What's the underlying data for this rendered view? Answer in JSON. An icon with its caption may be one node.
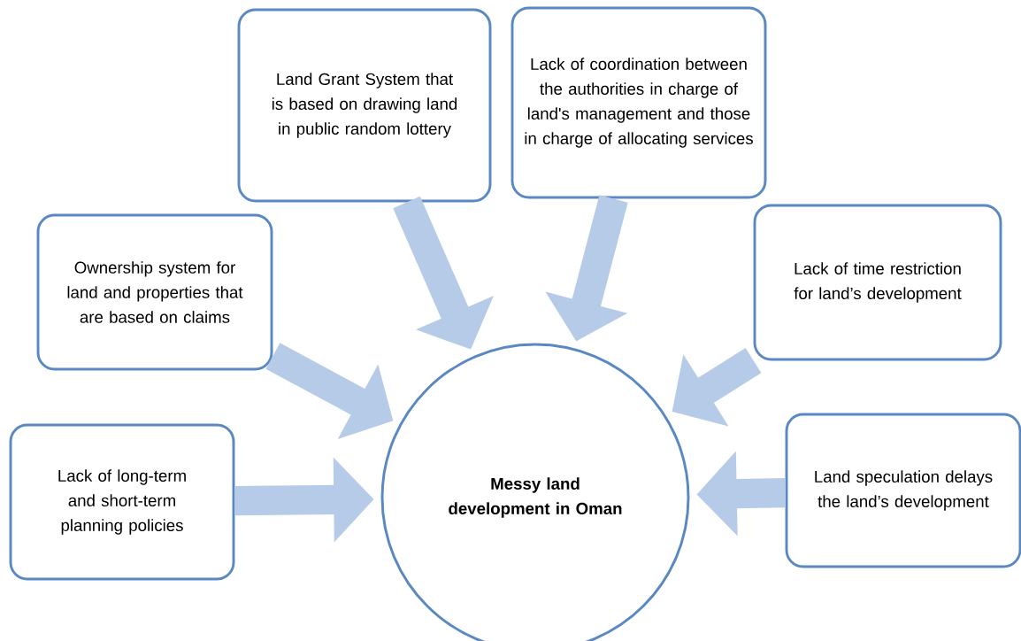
{
  "diagram": {
    "nodes": [
      {
        "text": [
          "Land Grant System that is based on drawing land in public random lottery"
        ]
      },
      {
        "text": [
          "Lack of  coordination between the authorities in charge  of land's management and those in charge of allocating services"
        ]
      },
      {
        "text": [
          "Ownership system for land and properties that are based on claims"
        ]
      },
      {
        "text": [
          "Lack of time restriction for land’s development"
        ]
      },
      {
        "text": [
          "Lack of long-term and short-term planning policies"
        ]
      },
      {
        "text": [
          "Land speculation delays the land’s development"
        ]
      },
      {
        "text": [
          "Messy land development in Oman"
        ]
      }
    ],
    "edges": [
      {
        "from": 0,
        "to": 6,
        "arrow": "to"
      },
      {
        "from": 1,
        "to": 6,
        "arrow": "to"
      },
      {
        "from": 2,
        "to": 6,
        "arrow": "to"
      },
      {
        "from": 3,
        "to": 6,
        "arrow": "to"
      },
      {
        "from": 4,
        "to": 6,
        "arrow": "to"
      },
      {
        "from": 5,
        "to": 6,
        "arrow": "to"
      }
    ]
  }
}
